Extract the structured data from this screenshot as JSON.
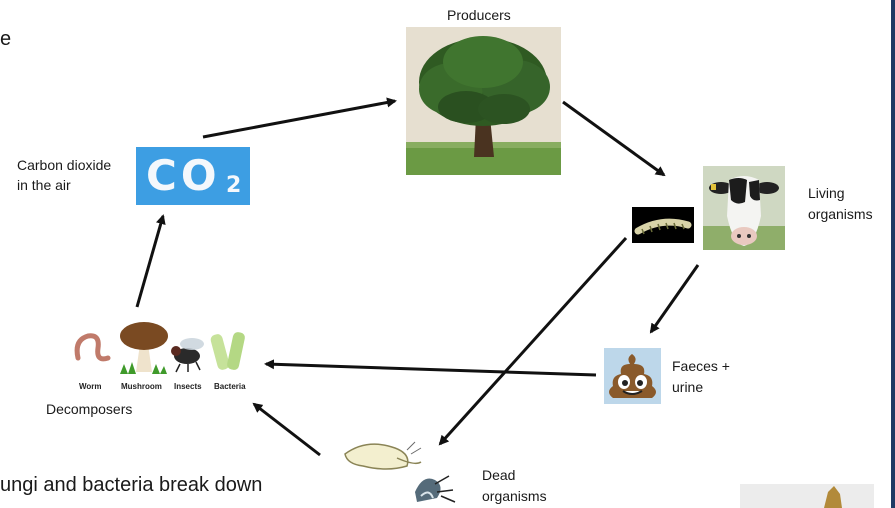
{
  "slide": {
    "left_fragment": "e",
    "bottom_text": "ungi and bacteria break down"
  },
  "nodes": {
    "producers": {
      "label": "Producers"
    },
    "co2": {
      "label_line1": "Carbon dioxide",
      "label_line2": "in the air",
      "image_text": "CO",
      "image_sub": "2"
    },
    "living": {
      "label_line1": "Living",
      "label_line2": "organisms"
    },
    "faeces": {
      "label_line1": "Faeces +",
      "label_line2": "urine"
    },
    "decomposers": {
      "label": "Decomposers",
      "sub_labels": [
        "Worm",
        "Mushroom",
        "Insects",
        "Bacteria"
      ]
    },
    "dead": {
      "label_line1": "Dead",
      "label_line2": "organisms"
    }
  },
  "colors": {
    "arrow": "#111111",
    "sky_blue": "#4aa3e0",
    "grass": "#5a8a3a",
    "frame": "#1f3a64"
  }
}
